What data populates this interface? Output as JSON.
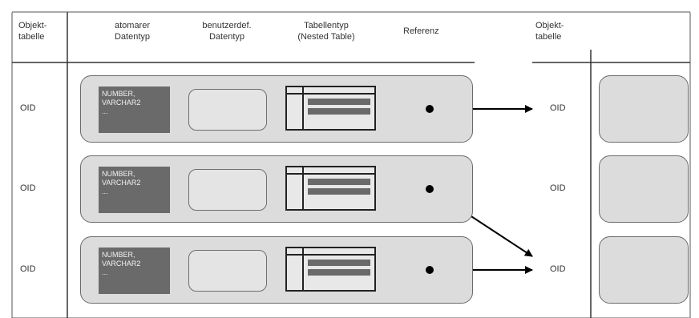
{
  "headers": {
    "objekttabelle_left": "Objekt-\ntabelle",
    "atomarer": "atomarer\nDatentyp",
    "benutzerdef": "benutzerdef.\nDatentyp",
    "tabellentyp": "Tabellentyp\n(Nested Table)",
    "referenz": "Referenz",
    "objekttabelle_right": "Objekt-\ntabelle"
  },
  "rows": [
    {
      "oid": "OID",
      "datatype_text": "NUMBER,\nVARCHAR2\n...",
      "target_oid": "OID"
    },
    {
      "oid": "OID",
      "datatype_text": "NUMBER,\nVARCHAR2\n...",
      "target_oid": "OID"
    },
    {
      "oid": "OID",
      "datatype_text": "NUMBER,\nVARCHAR2\n...",
      "target_oid": "OID"
    }
  ],
  "colors": {
    "box_fill": "#dcdcdc",
    "box_border": "#6a6a6a",
    "datatype_fill": "#6a6a6a",
    "line": "#333333",
    "arrow": "#000000"
  }
}
